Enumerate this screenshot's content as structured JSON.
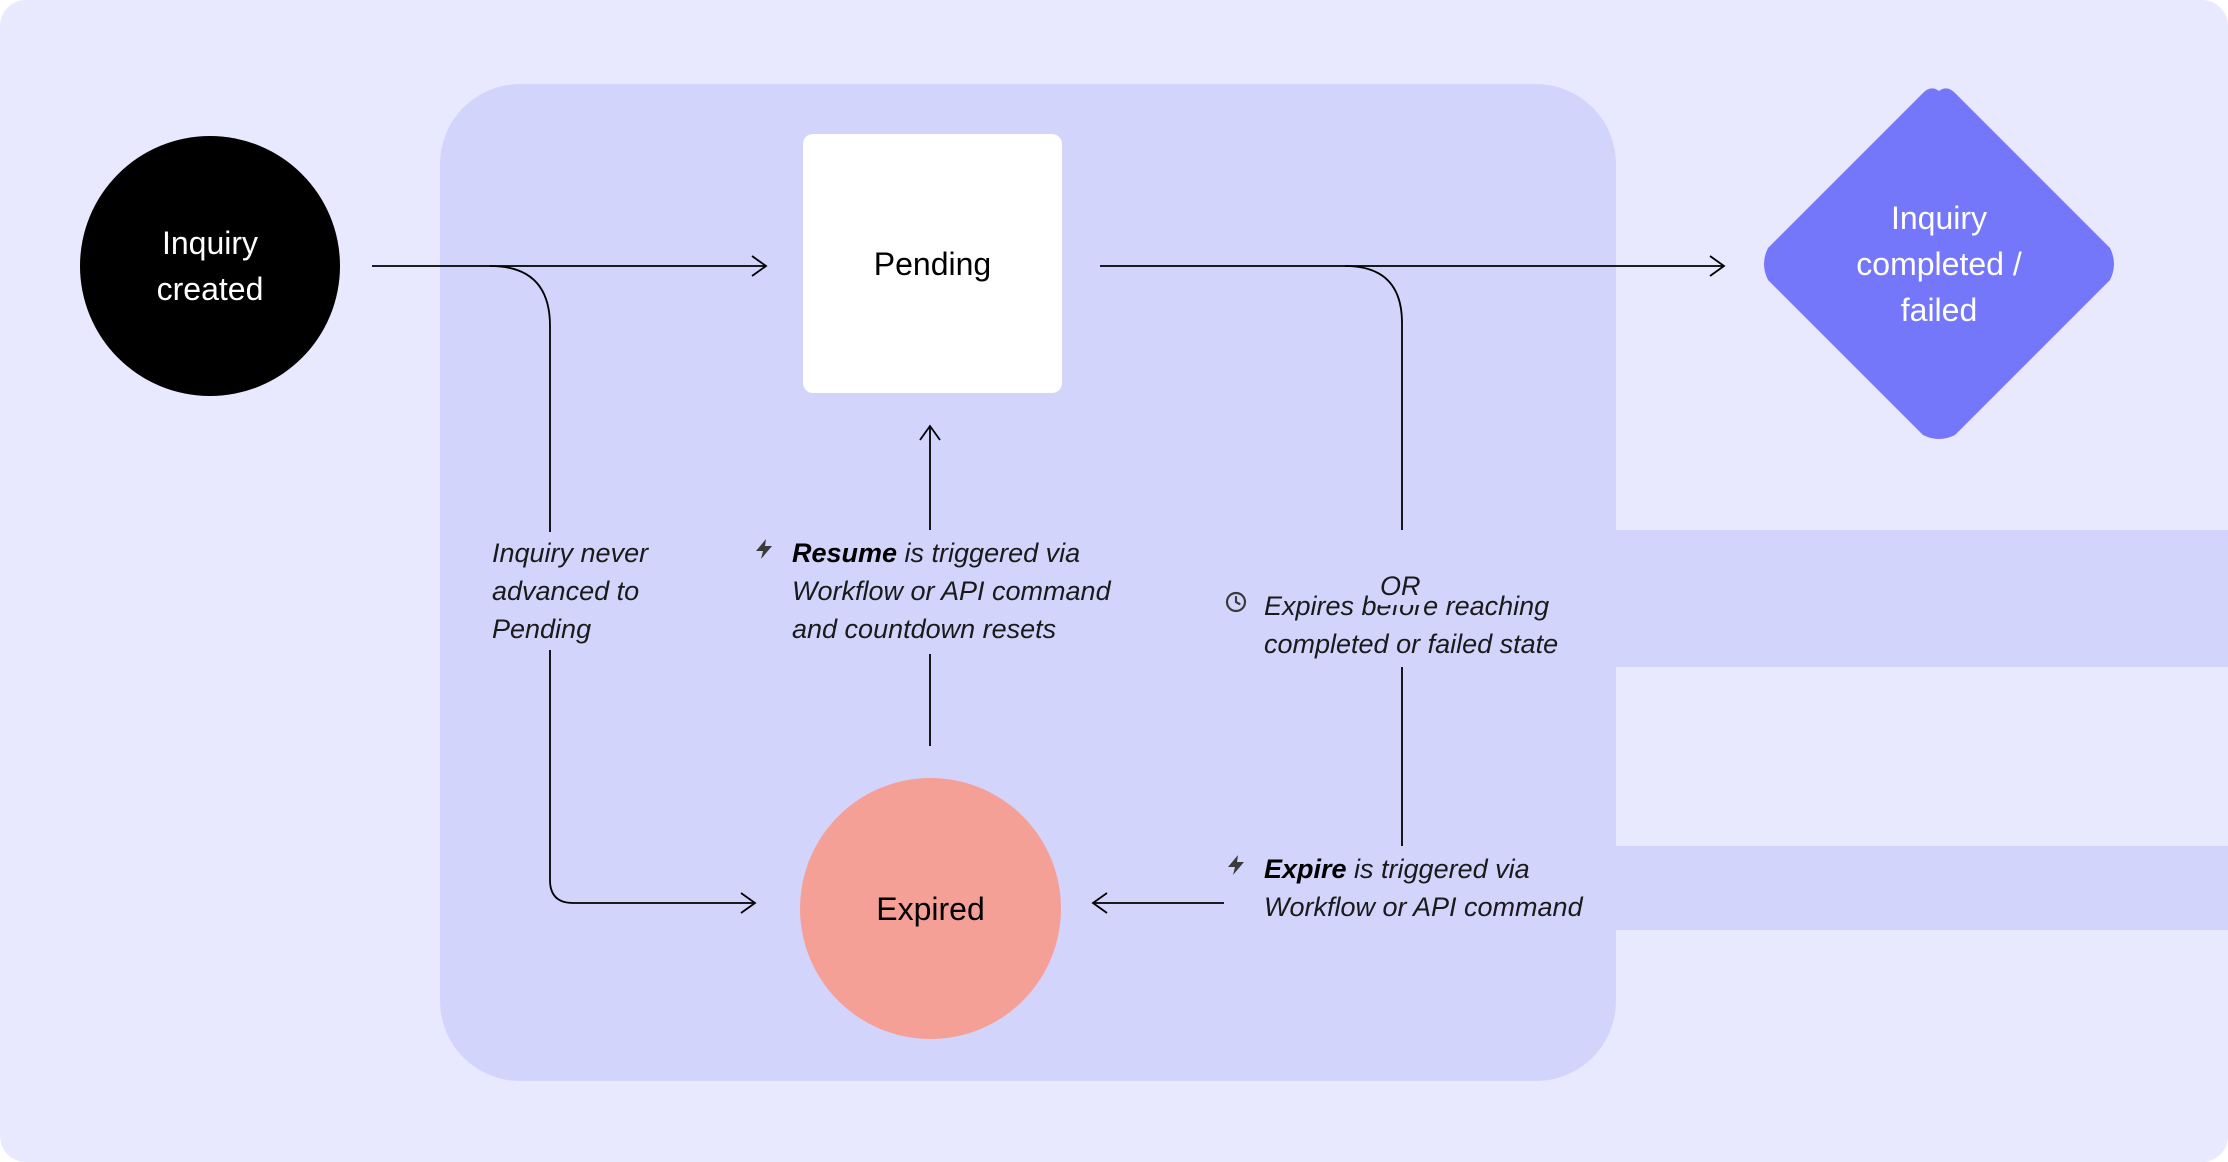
{
  "diagram": {
    "nodes": {
      "created": "Inquiry created",
      "pending": "Pending",
      "expired": "Expired",
      "final": "Inquiry completed / failed"
    },
    "edge_labels": {
      "never_advanced": [
        "Inquiry never",
        "advanced to",
        "Pending"
      ],
      "resume": {
        "keyword": "Resume",
        "rest": " is triggered via",
        "line2": "Workflow or API command",
        "line3": "and countdown resets",
        "icon": "lightning-icon"
      },
      "expires": {
        "line1": "Expires before reaching",
        "line2": "completed or failed state",
        "icon": "clock-icon"
      },
      "or": "OR",
      "expire": {
        "keyword": "Expire",
        "rest": " is triggered via",
        "line2": "Workflow or API command",
        "icon": "lightning-icon"
      }
    },
    "colors": {
      "background": "#e8e9fe",
      "region": "#d3d4fc",
      "created": "#000000",
      "pending": "#ffffff",
      "expired": "#f5a097",
      "final": "#7577fb",
      "line": "#000000"
    }
  }
}
